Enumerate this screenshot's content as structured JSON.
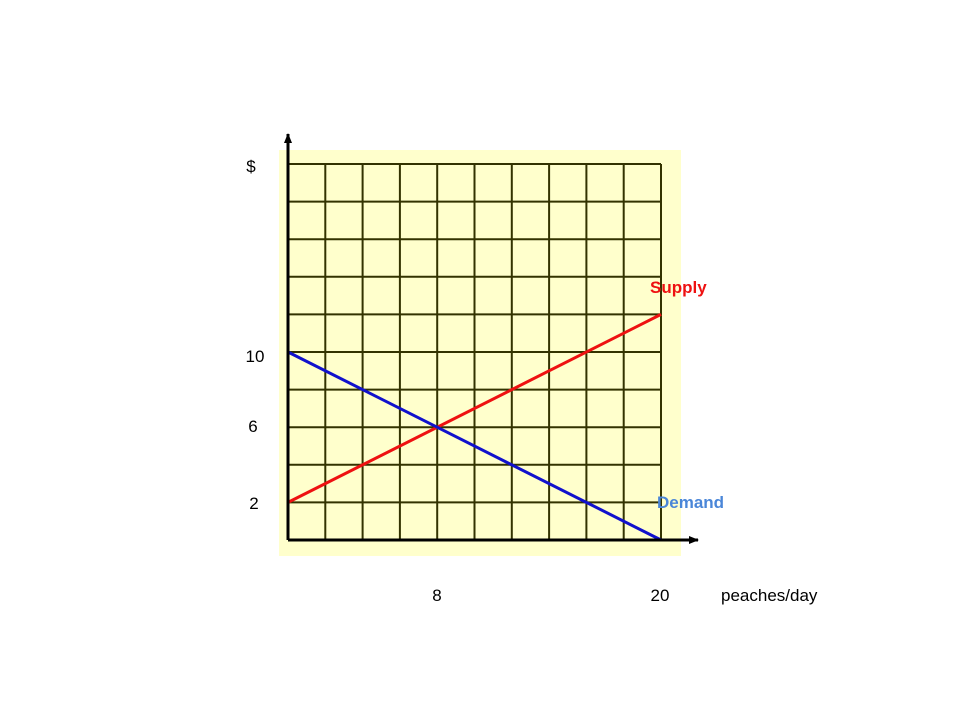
{
  "chart_data": {
    "type": "line",
    "title": "",
    "xlabel": "peaches/day",
    "ylabel": "$",
    "xlim": [
      0,
      20
    ],
    "ylim": [
      0,
      20
    ],
    "grid": true,
    "background_color": "#ffffcc",
    "grid_color": "#333300",
    "x_ticks": [
      {
        "value": 8,
        "label": "8"
      },
      {
        "value": 20,
        "label": "20"
      }
    ],
    "y_ticks": [
      {
        "value": 2,
        "label": "2"
      },
      {
        "value": 6,
        "label": "6"
      },
      {
        "value": 10,
        "label": "10"
      }
    ],
    "series": [
      {
        "name": "Supply",
        "color": "#ee1111",
        "label_color": "#ee1111",
        "points": [
          [
            0,
            2
          ],
          [
            20,
            12
          ]
        ]
      },
      {
        "name": "Demand",
        "color": "#1111cc",
        "label_color": "#4a86d8",
        "points": [
          [
            0,
            10
          ],
          [
            20,
            0
          ]
        ]
      }
    ]
  }
}
